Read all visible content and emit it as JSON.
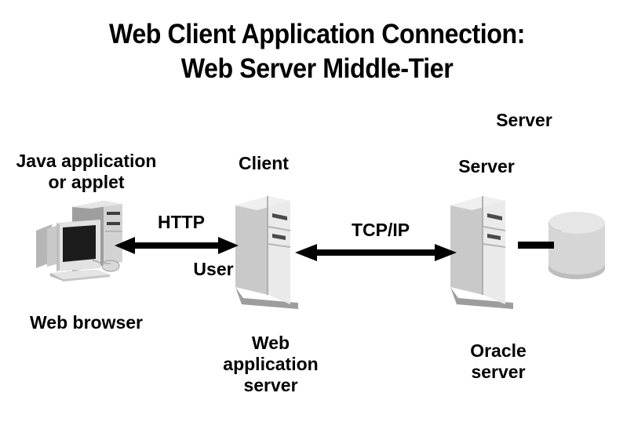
{
  "slide": {
    "title_line1": "Web Client Application Connection:",
    "title_line2": "Web Server Middle-Tier",
    "background_color": "#ffffff",
    "text_color": "#000000"
  },
  "nodes": {
    "browser": {
      "top_label": "Java application\nor applet",
      "bottom_label": "Web browser",
      "icon": "desktop-computer-icon"
    },
    "web_app_server": {
      "top_label": "Client",
      "bottom_label": "Web\napplication\nserver",
      "icon": "server-tower-icon"
    },
    "oracle_server": {
      "top_label": "Server",
      "bottom_label": "Oracle\nserver",
      "icon": "server-tower-icon"
    },
    "database": {
      "label": "Server",
      "icon": "database-cylinder-icon"
    }
  },
  "connections": [
    {
      "label": "HTTP",
      "sub_label": "User",
      "style": "double-arrow",
      "from": "browser",
      "to": "web_app_server"
    },
    {
      "label": "TCP/IP",
      "style": "double-arrow",
      "from": "web_app_server",
      "to": "oracle_server"
    },
    {
      "label": "",
      "style": "plain-line",
      "from": "oracle_server",
      "to": "database"
    }
  ],
  "palette": {
    "tower_front": "#c9c9c9",
    "tower_side": "#eaeaea",
    "tower_top": "#efefef",
    "tower_shadow": "#9d9d9d",
    "bay_slot": "#4a4a4a",
    "db_body": "#d6d6d6",
    "db_top": "#e4e4e4",
    "monitor_screen": "#1c1c1c",
    "line": "#000000"
  }
}
